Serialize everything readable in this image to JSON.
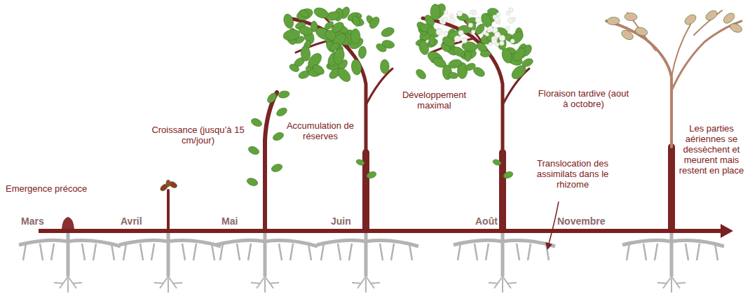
{
  "diagram": {
    "labels": [
      "Emergence précoce",
      "Croissance (jusqu’à 15 cm/jour)",
      "Accumulation de réserves",
      "Développement maximal",
      "Floraison tardive (aout à octobre)",
      "Translocation des assimilats dans le rhizome",
      "Les parties aériennes se dessèchent et meurent mais restent en place",
      "Mars",
      "Avril",
      "Mai",
      "Juin",
      "Août",
      "Novembre"
    ]
  }
}
